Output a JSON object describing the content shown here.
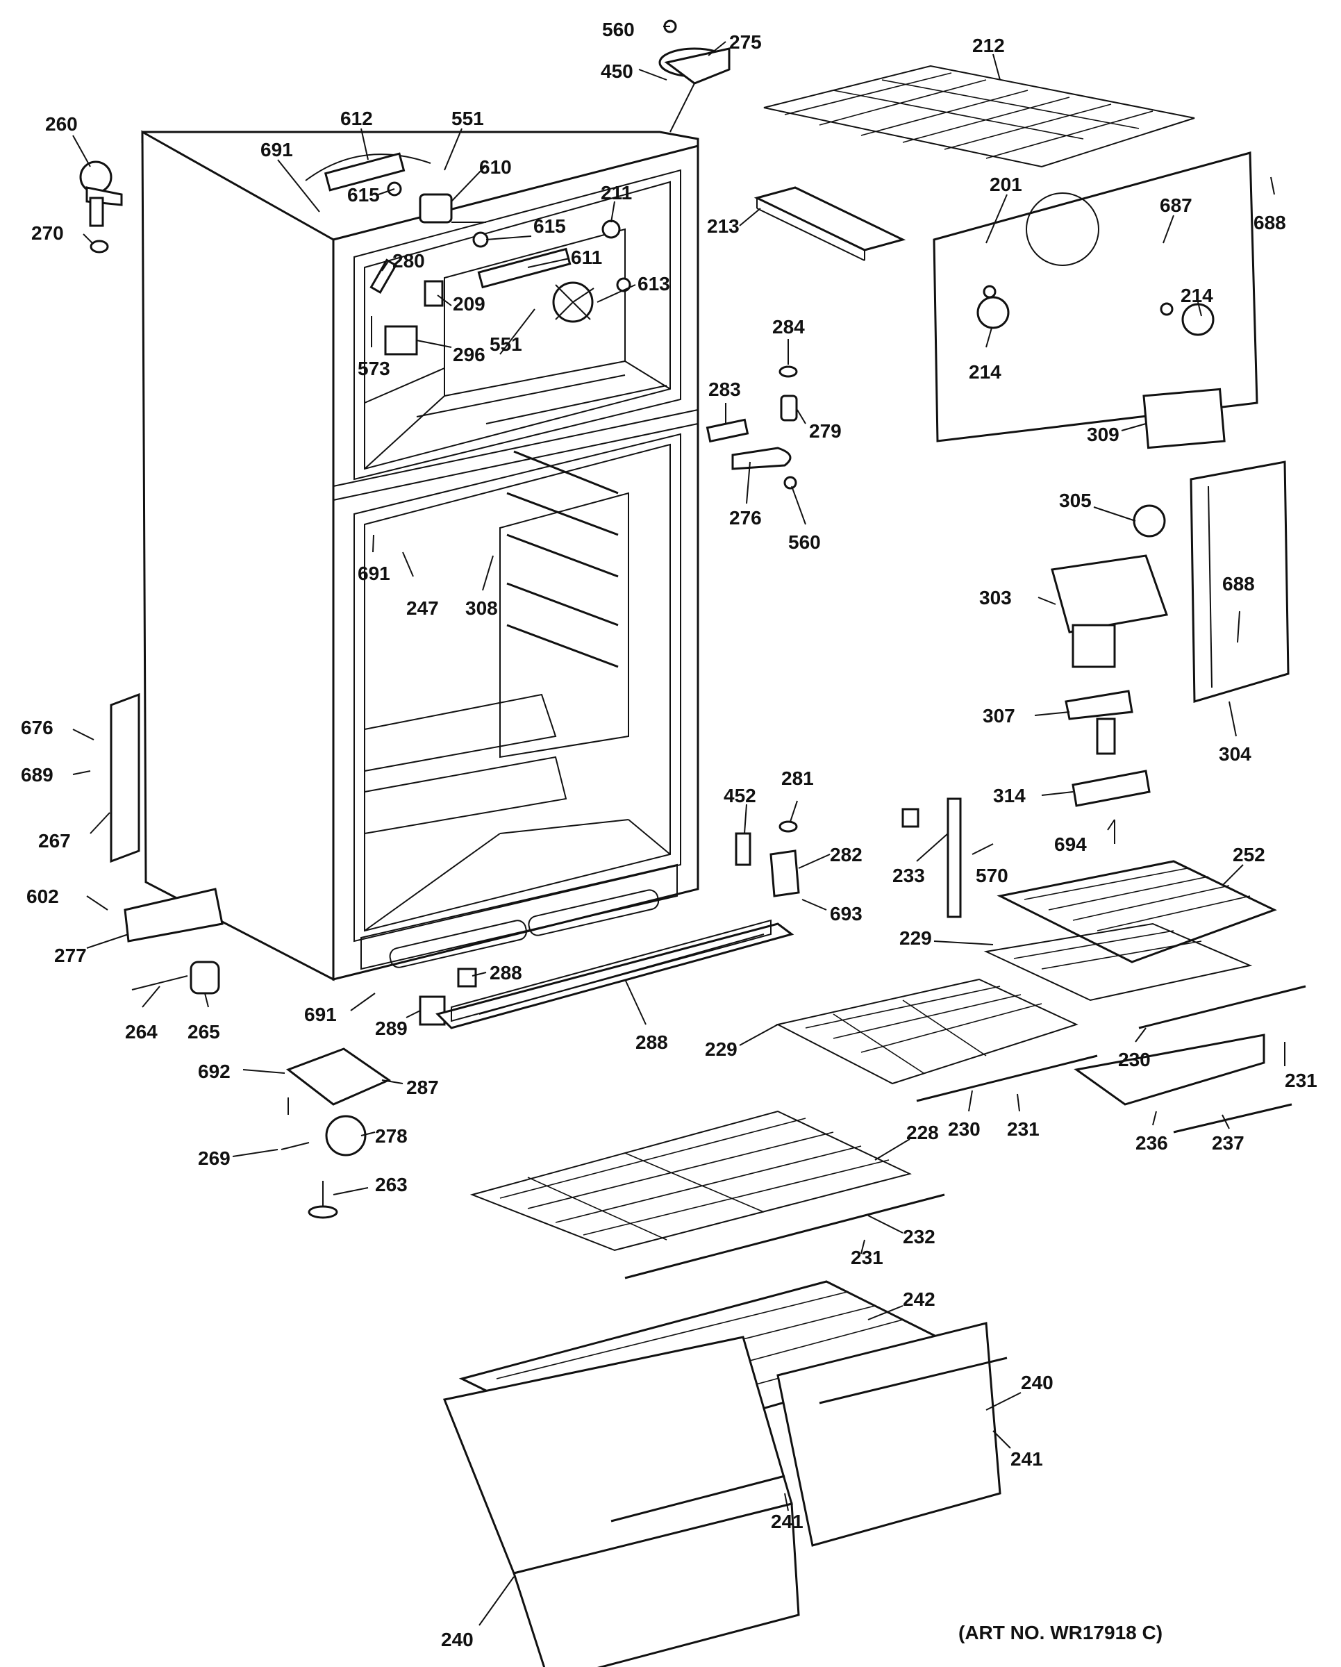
{
  "diagram": {
    "art_number": "(ART NO. WR17918 C)",
    "callouts": [
      {
        "id": "c560a",
        "text": "560"
      },
      {
        "id": "c275",
        "text": "275"
      },
      {
        "id": "c450",
        "text": "450"
      },
      {
        "id": "c212",
        "text": "212"
      },
      {
        "id": "c260",
        "text": "260"
      },
      {
        "id": "c612",
        "text": "612"
      },
      {
        "id": "c551a",
        "text": "551"
      },
      {
        "id": "c691a",
        "text": "691"
      },
      {
        "id": "c610",
        "text": "610"
      },
      {
        "id": "c615a",
        "text": "615"
      },
      {
        "id": "c211",
        "text": "211"
      },
      {
        "id": "c615b",
        "text": "615"
      },
      {
        "id": "c270",
        "text": "270"
      },
      {
        "id": "c611",
        "text": "611"
      },
      {
        "id": "c280",
        "text": "280"
      },
      {
        "id": "c613",
        "text": "613"
      },
      {
        "id": "c209",
        "text": "209"
      },
      {
        "id": "c573",
        "text": "573"
      },
      {
        "id": "c296",
        "text": "296"
      },
      {
        "id": "c551b",
        "text": "551"
      },
      {
        "id": "c213",
        "text": "213"
      },
      {
        "id": "c201",
        "text": "201"
      },
      {
        "id": "c687",
        "text": "687"
      },
      {
        "id": "c688a",
        "text": "688"
      },
      {
        "id": "c214a",
        "text": "214"
      },
      {
        "id": "c214b",
        "text": "214"
      },
      {
        "id": "c284",
        "text": "284"
      },
      {
        "id": "c283",
        "text": "283"
      },
      {
        "id": "c279",
        "text": "279"
      },
      {
        "id": "c309",
        "text": "309"
      },
      {
        "id": "c276",
        "text": "276"
      },
      {
        "id": "c560b",
        "text": "560"
      },
      {
        "id": "c305",
        "text": "305"
      },
      {
        "id": "c691b",
        "text": "691"
      },
      {
        "id": "c247",
        "text": "247"
      },
      {
        "id": "c308",
        "text": "308"
      },
      {
        "id": "c303",
        "text": "303"
      },
      {
        "id": "c688b",
        "text": "688"
      },
      {
        "id": "c307",
        "text": "307"
      },
      {
        "id": "c304",
        "text": "304"
      },
      {
        "id": "c676",
        "text": "676"
      },
      {
        "id": "c689",
        "text": "689"
      },
      {
        "id": "c267",
        "text": "267"
      },
      {
        "id": "c452",
        "text": "452"
      },
      {
        "id": "c281",
        "text": "281"
      },
      {
        "id": "c314",
        "text": "314"
      },
      {
        "id": "c282",
        "text": "282"
      },
      {
        "id": "c233",
        "text": "233"
      },
      {
        "id": "c570",
        "text": "570"
      },
      {
        "id": "c694",
        "text": "694"
      },
      {
        "id": "c252",
        "text": "252"
      },
      {
        "id": "c602",
        "text": "602"
      },
      {
        "id": "c693",
        "text": "693"
      },
      {
        "id": "c277",
        "text": "277"
      },
      {
        "id": "c229a",
        "text": "229"
      },
      {
        "id": "c288a",
        "text": "288"
      },
      {
        "id": "c691c",
        "text": "691"
      },
      {
        "id": "c264",
        "text": "264"
      },
      {
        "id": "c265",
        "text": "265"
      },
      {
        "id": "c289",
        "text": "289"
      },
      {
        "id": "c288b",
        "text": "288"
      },
      {
        "id": "c229b",
        "text": "229"
      },
      {
        "id": "c230a",
        "text": "230"
      },
      {
        "id": "c231a",
        "text": "231"
      },
      {
        "id": "c692",
        "text": "692"
      },
      {
        "id": "c287",
        "text": "287"
      },
      {
        "id": "c230b",
        "text": "230"
      },
      {
        "id": "c231b",
        "text": "231"
      },
      {
        "id": "c236",
        "text": "236"
      },
      {
        "id": "c237",
        "text": "237"
      },
      {
        "id": "c278",
        "text": "278"
      },
      {
        "id": "c228",
        "text": "228"
      },
      {
        "id": "c269",
        "text": "269"
      },
      {
        "id": "c263",
        "text": "263"
      },
      {
        "id": "c232",
        "text": "232"
      },
      {
        "id": "c231c",
        "text": "231"
      },
      {
        "id": "c242",
        "text": "242"
      },
      {
        "id": "c240a",
        "text": "240"
      },
      {
        "id": "c241a",
        "text": "241"
      },
      {
        "id": "c241b",
        "text": "241"
      },
      {
        "id": "c240b",
        "text": "240"
      }
    ]
  }
}
